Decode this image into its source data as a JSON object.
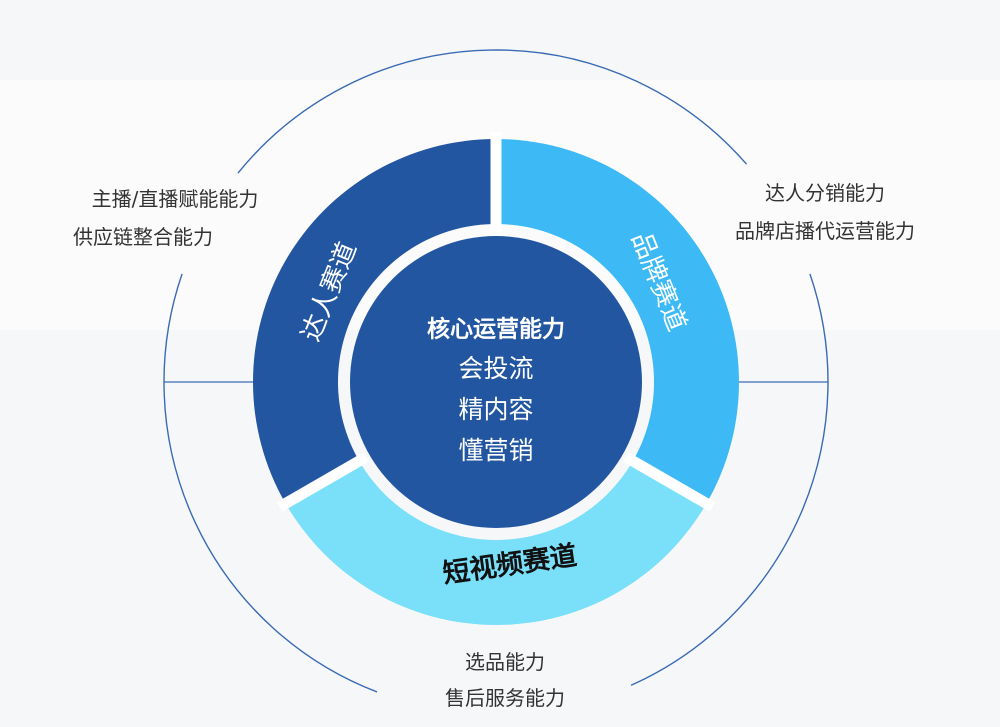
{
  "core": {
    "title": "核心运营能力",
    "lines": [
      "会投流",
      "精内容",
      "懂营销"
    ]
  },
  "segments": [
    {
      "name": "达人赛道",
      "color": "#2356a1"
    },
    {
      "name": "品牌赛道",
      "color": "#3dbaf6"
    },
    {
      "name": "短视频赛道",
      "color": "#7adff9"
    }
  ],
  "capabilities": {
    "left": [
      "主播/直播赋能能力",
      "供应链整合能力"
    ],
    "right": [
      "达人分销能力",
      "品牌店播代运营能力"
    ],
    "bottom": [
      "选品能力",
      "售后服务能力"
    ]
  },
  "colors": {
    "core": "#2356a1",
    "line": "#3a6bb5",
    "text": "#333333"
  }
}
